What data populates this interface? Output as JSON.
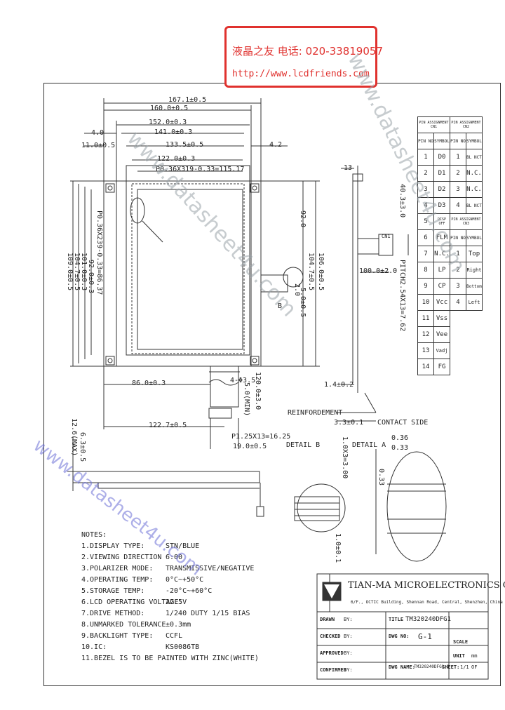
{
  "banner": {
    "line1": "液晶之友 电话: 020-33819057",
    "line2": "http://www.lcdfriends.com"
  },
  "watermark": "www.datasheet4u.com",
  "dims_top": [
    "167.1±0.5",
    "160.0±0.5",
    "152.0±0.3",
    "141.0±0.3",
    "133.5±0.5",
    "122.0±0.3",
    "P0.36X319-0.33=115.17"
  ],
  "dims_left_top": [
    "4.0",
    "11.0±0.5"
  ],
  "dim_right_top": "4.2",
  "dims_left_vert": [
    "109.0±0.5",
    "104.7±0.5",
    "101.0±0.3",
    "92.0±0.3",
    "P0.36X239-0.33=86.37"
  ],
  "dims_right_vert": [
    "92.0",
    "104.7±0.5",
    "106.0±0.5",
    "5.0±0.5"
  ],
  "dim_mid": [
    "86.0±0.3",
    "122.7±0.5",
    "4-Φ3.5",
    "5.0(MIN)",
    "120.0±3.0",
    "P1.25X13=16.25",
    "19.0±0.5",
    "B",
    "2.0"
  ],
  "dims_side": [
    "13",
    "100.0±2.0",
    "PITCH2.54X13=7.62",
    "40.3±3.0",
    "1.4±0.2",
    "3.3±0.1",
    "CN1"
  ],
  "reinforcement": "REINFORDEMENT",
  "contact_side": "CONTACT SIDE",
  "detail_b": "DETAIL B",
  "detail_a": "DETAIL A",
  "detail_a_dims": [
    "0.36",
    "0.33",
    "0.33"
  ],
  "detail_b_dims": [
    "1.0X3=3.00",
    "1.0±0.1"
  ],
  "dims_height": [
    "12.6(MAX)",
    "6.3±0.5"
  ],
  "pin_table": {
    "head_left": [
      "PIN ASSIGNMENT CN1",
      "PIN NO",
      "SYMBOL"
    ],
    "head_right": [
      "PIN ASSIGNMENT CN2",
      "PIN NO",
      "SYMBOL"
    ],
    "rows_cn1": [
      [
        "1",
        "D0"
      ],
      [
        "2",
        "D1"
      ],
      [
        "3",
        "D2"
      ],
      [
        "4",
        "D3"
      ],
      [
        "5",
        "DISP OFF"
      ],
      [
        "6",
        "FLM"
      ],
      [
        "7",
        "N.C."
      ],
      [
        "8",
        "LP"
      ],
      [
        "9",
        "CP"
      ],
      [
        "10",
        "Vcc"
      ],
      [
        "11",
        "Vss"
      ],
      [
        "12",
        "Vee"
      ],
      [
        "13",
        "Vadj"
      ],
      [
        "14",
        "FG"
      ]
    ],
    "rows_cn2_a": [
      [
        "1",
        "BL NCT"
      ],
      [
        "2",
        "N.C."
      ],
      [
        "3",
        "N.C."
      ],
      [
        "4",
        "BL NCT"
      ]
    ],
    "rows_cn2_b": [
      [
        "1",
        "Top"
      ],
      [
        "2",
        "Right"
      ],
      [
        "3",
        "Bottom"
      ],
      [
        "4",
        "Left"
      ]
    ],
    "cn3_head": [
      "PIN ASSIGNMENT CN3",
      "PIN NO",
      "SYMBOL"
    ]
  },
  "notes": {
    "title": "NOTES:",
    "items": [
      [
        "1.DISPLAY TYPE:",
        "STN/BLUE"
      ],
      [
        "2.VIEWING DIRECTION",
        "6:00"
      ],
      [
        "3.POLARIZER MODE:",
        "TRANSMISSIVE/NEGATIVE"
      ],
      [
        "4.OPERATING TEMP:",
        "0°C~+50°C"
      ],
      [
        "5.STORAGE TEMP:",
        "-20°C~+60°C"
      ],
      [
        "6.LCD OPERATING VOLTAGE:",
        "22.5V"
      ],
      [
        "7.DRIVE METHOD:",
        "1/240 DUTY 1/15 BIAS"
      ],
      [
        "8.UNMARKED TOLERANCE",
        "±0.3mm"
      ],
      [
        "9.BACKLIGHT TYPE:",
        "CCFL"
      ],
      [
        "10.IC:",
        "KS0086TB"
      ],
      [
        "11.BEZEL IS TO BE PAINTED WITH ZINC(WHITE)",
        ""
      ]
    ]
  },
  "title_block": {
    "company": "TIAN-MA MICROELECTRONICS CO.",
    "address": "6/F., OCTIC Building, Shennan Road, Central, Shenzhen, China",
    "drawn": "DRAWN",
    "checked": "CHECKED",
    "approved": "APPROVED",
    "confirmed": "CONFIRMED",
    "by": "BY:",
    "title_label": "TITLE",
    "title_value": "TM320240DFG1",
    "dwg_no_label": "DWG NO:",
    "dwg_no_value": "G-1",
    "dwg_name_label": "DWG NAME:",
    "dwg_name_value": "TM320240DFG1-1",
    "sheet_label": "SHEET:",
    "sheet_value": "1/1",
    "of_label": "OF",
    "scale_label": "SCALE",
    "unit_label": "UNIT",
    "unit_value": "mm"
  }
}
